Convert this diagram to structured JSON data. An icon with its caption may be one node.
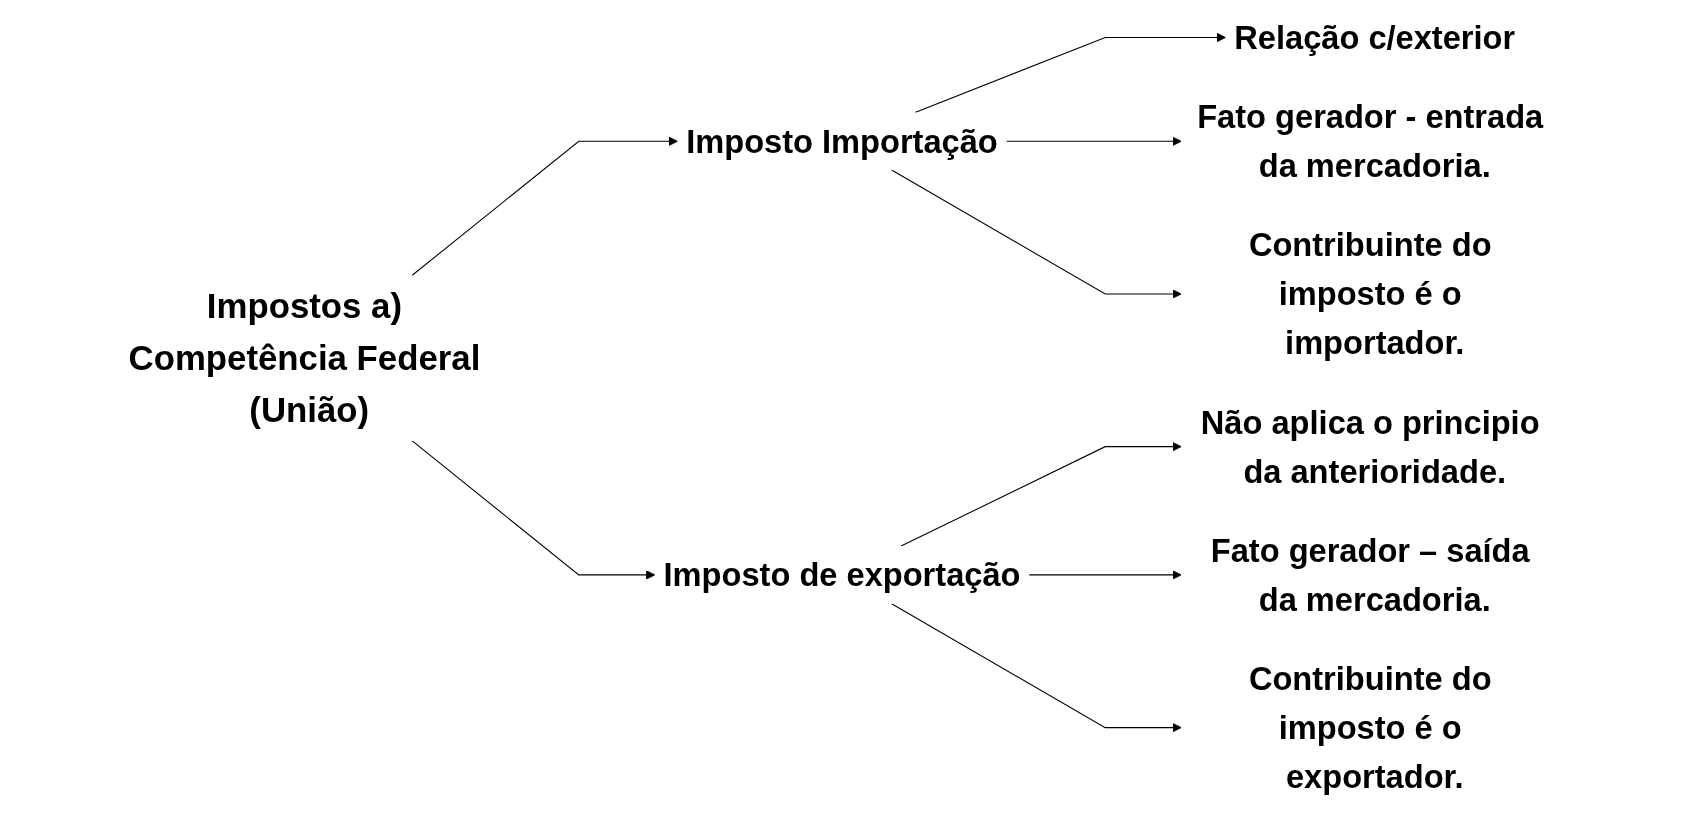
{
  "diagram": {
    "nodes": [
      {
        "text": [
          "Impostos a) Competência Federal (União)"
        ]
      },
      {
        "text": [
          "Imposto Importação"
        ]
      },
      {
        "text": [
          "Imposto de exportação"
        ]
      },
      {
        "text": [
          "Relação c/exterior"
        ]
      },
      {
        "text": [
          "Fato gerador - entrada da mercadoria."
        ]
      },
      {
        "text": [
          "Contribuinte do imposto é o importador."
        ]
      },
      {
        "text": [
          "Não aplica o principio da anterioridade."
        ]
      },
      {
        "text": [
          "Fato gerador – saída da mercadoria."
        ]
      },
      {
        "text": [
          "Contribuinte do imposto é o exportador."
        ]
      }
    ],
    "edges": [
      {
        "from": 0,
        "to": 1,
        "arrow": "to"
      },
      {
        "from": 0,
        "to": 2,
        "arrow": "to"
      },
      {
        "from": 1,
        "to": 3,
        "arrow": "to"
      },
      {
        "from": 1,
        "to": 4,
        "arrow": "to"
      },
      {
        "from": 1,
        "to": 5,
        "arrow": "to"
      },
      {
        "from": 2,
        "to": 6,
        "arrow": "to"
      },
      {
        "from": 2,
        "to": 7,
        "arrow": "to"
      },
      {
        "from": 2,
        "to": 8,
        "arrow": "to"
      }
    ]
  }
}
